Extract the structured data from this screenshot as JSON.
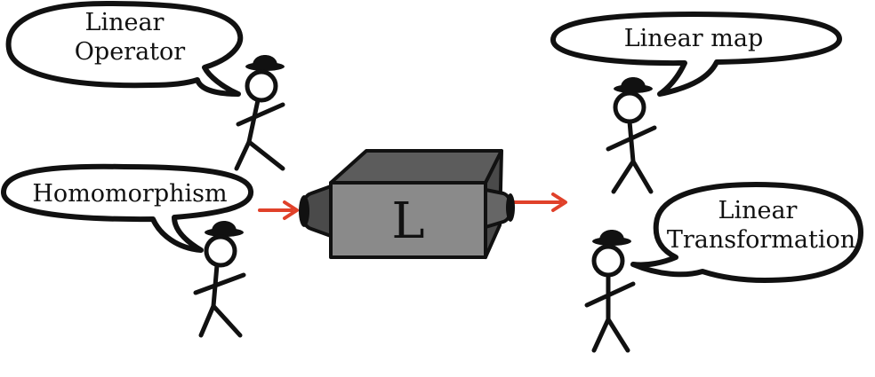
{
  "bubbles": {
    "linear_operator": {
      "line1": "Linear",
      "line2": "Operator"
    },
    "homomorphism": {
      "line1": "Homomorphism"
    },
    "linear_map": {
      "line1": "Linear map"
    },
    "linear_transformation": {
      "line1": "Linear",
      "line2": "Transformation"
    }
  },
  "machine": {
    "label": "L"
  },
  "colors": {
    "arrow": "#e0412a",
    "box_front": "#8a8a8a",
    "box_top": "#5c5c5c",
    "box_side": "#4a4a4a",
    "outline": "#111111"
  }
}
